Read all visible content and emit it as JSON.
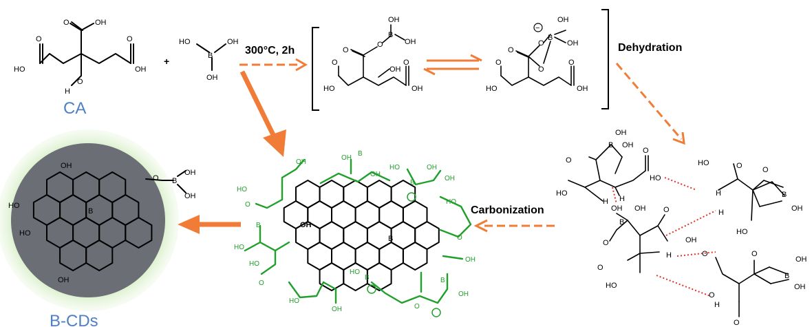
{
  "labels": {
    "ca": "CA",
    "bcds": "B-CDs",
    "condition": "300°C, 2h",
    "dehydration": "Dehydration",
    "carbonization": "Carbonization"
  },
  "atoms": {
    "oh": "OH",
    "ho": "HO",
    "o": "O",
    "h": "H",
    "b": "B",
    "minus": "−",
    "plus": "+"
  },
  "colors": {
    "arrow": "#f07c37",
    "label_blue": "#4f7fc4",
    "green": "#1fa02a",
    "hbond": "#e0302a",
    "dot_core": "#6b6e74",
    "dot_glow": "#8fd16d"
  }
}
